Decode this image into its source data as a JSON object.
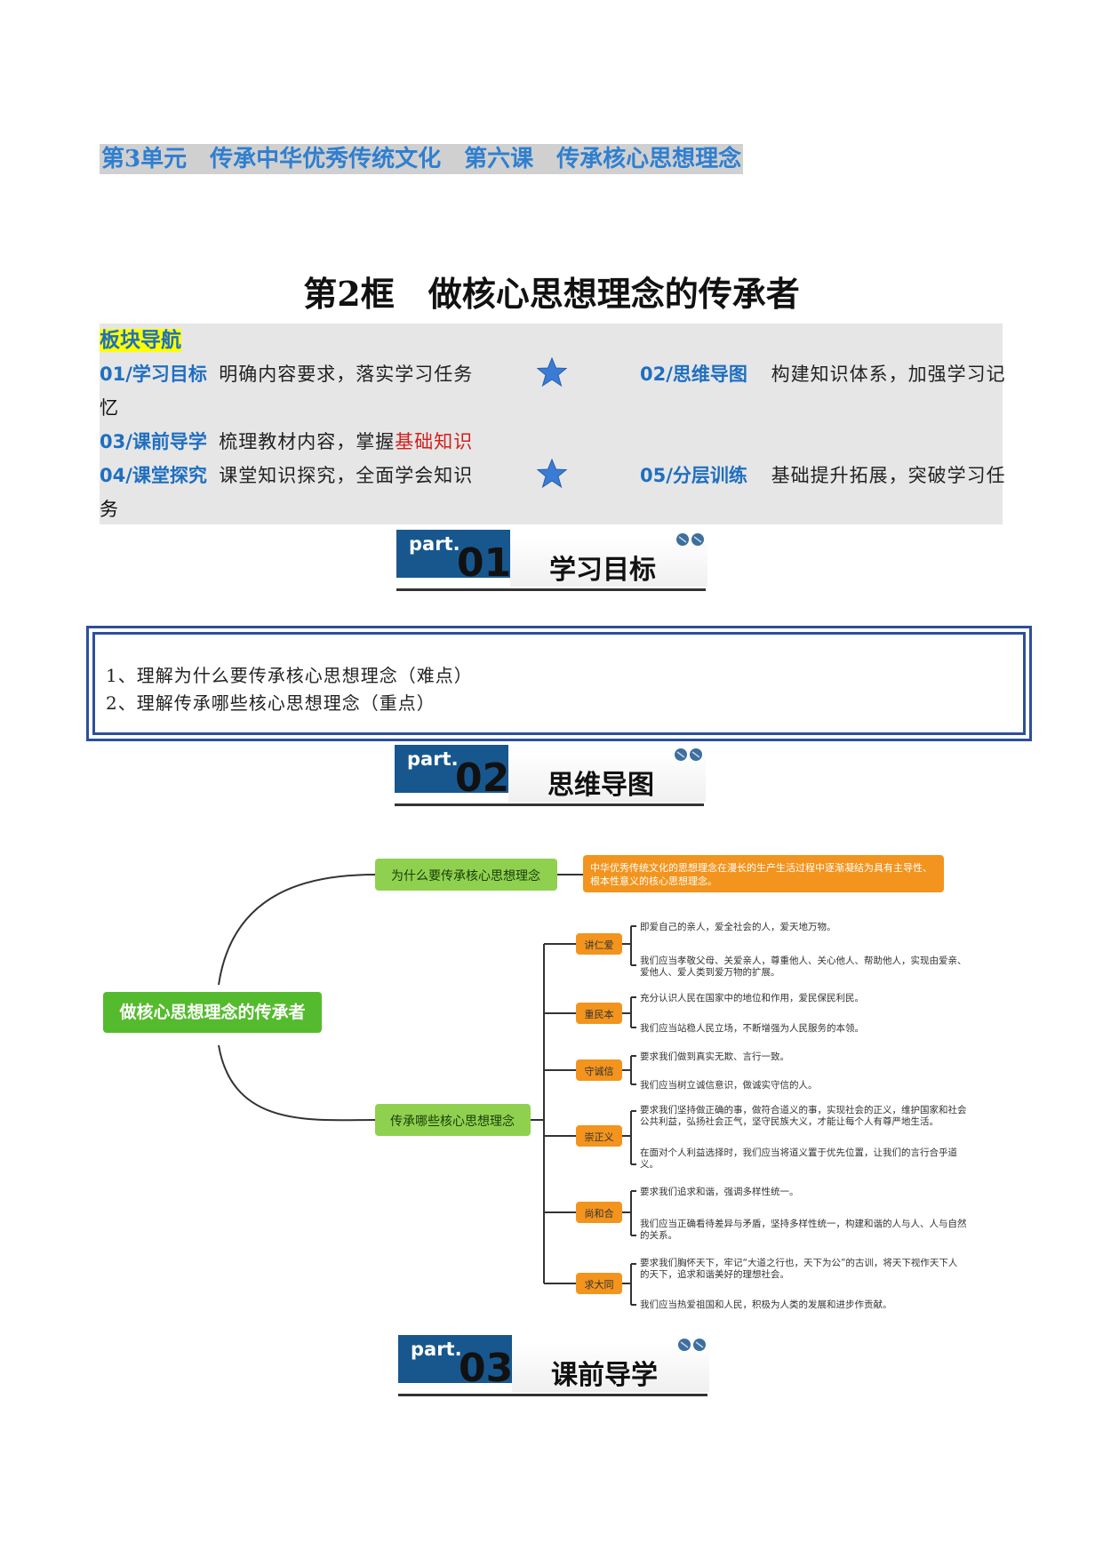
{
  "header": {
    "unit": "第3单元",
    "gap": "　",
    "unit_title": "传承中华优秀传统文化",
    "lesson": "第六课",
    "lesson_title": "传承核心思想理念"
  },
  "title": "第2框　做核心思想理念的传承者",
  "nav": {
    "heading": "板块导航",
    "items": [
      {
        "code": "01/学习目标",
        "desc": "明确内容要求，落实学习任务"
      },
      {
        "code": "02/思维导图",
        "desc": "构建知识体系，加强学习记"
      },
      {
        "wrap": "忆"
      },
      {
        "code": "03/课前导学",
        "desc": "梳理教材内容，掌握",
        "desc_red": "基础知识"
      },
      {
        "code": "04/课堂探究",
        "desc": "课堂知识探究，全面学会知识"
      },
      {
        "code": "05/分层训练",
        "desc": "基础提升拓展，突破学习任"
      },
      {
        "wrap": "务"
      }
    ],
    "star_color": "#3a7bd5"
  },
  "parts": [
    {
      "tag": "part.",
      "num": "01",
      "label": "学习目标"
    },
    {
      "tag": "part.",
      "num": "02",
      "label": "思维导图"
    },
    {
      "tag": "part.",
      "num": "03",
      "label": "课前导学"
    }
  ],
  "objectives": [
    "1、理解为什么要传承核心思想理念（难点）",
    "2、理解传承哪些核心思想理念（重点）"
  ],
  "mindmap": {
    "root": "做核心思想理念的传承者",
    "branch1": "为什么要传承核心思想理念",
    "branch1_note_1": "中华优秀传统文化的思想理念在漫长的生产生活过程中逐渐凝结为具有主导性、",
    "branch1_note_2": "根本性意义的核心思想理念。",
    "branch2": "传承哪些核心思想理念",
    "nodes": [
      {
        "label": "讲仁爱",
        "lines": [
          [
            "即爱自己的亲人，爱全社会的人，爱天地万物。"
          ],
          [
            "我们应当孝敬父母、关爱亲人，尊重他人、关心他人、帮助他人，实现由爱亲、",
            "爱他人、爱人类到爱万物的扩展。"
          ]
        ]
      },
      {
        "label": "重民本",
        "lines": [
          [
            "充分认识人民在国家中的地位和作用，爱民保民利民。"
          ],
          [
            "我们应当站稳人民立场，不断增强为人民服务的本领。"
          ]
        ]
      },
      {
        "label": "守诚信",
        "lines": [
          [
            "要求我们做到真实无欺、言行一致。"
          ],
          [
            "我们应当树立诚信意识，做诚实守信的人。"
          ]
        ]
      },
      {
        "label": "崇正义",
        "lines": [
          [
            "要求我们坚持做正确的事，做符合道义的事，实现社会的正义，维护国家和社会",
            "公共利益，弘扬社会正气，坚守民族大义，才能让每个人有尊严地生活。"
          ],
          [
            "在面对个人利益选择时，我们应当将道义置于优先位置，让我们的言行合乎道",
            "义。"
          ]
        ]
      },
      {
        "label": "尚和合",
        "lines": [
          [
            "要求我们追求和谐，强调多样性统一。"
          ],
          [
            "我们应当正确看待差异与矛盾，坚持多样性统一，构建和谐的人与人、人与自然",
            "的关系。"
          ]
        ]
      },
      {
        "label": "求大同",
        "lines": [
          [
            "要求我们胸怀天下，牢记“大道之行也，天下为公”的古训，将天下视作天下人",
            "的天下，追求和谐美好的理想社会。"
          ],
          [
            "我们应当热爱祖国和人民，积极为人类的发展和进步作贡献。"
          ]
        ]
      }
    ],
    "colors": {
      "green": "#55bb2e",
      "green_light": "#8fd14f",
      "orange": "#f2941d",
      "line": "#333333"
    }
  }
}
